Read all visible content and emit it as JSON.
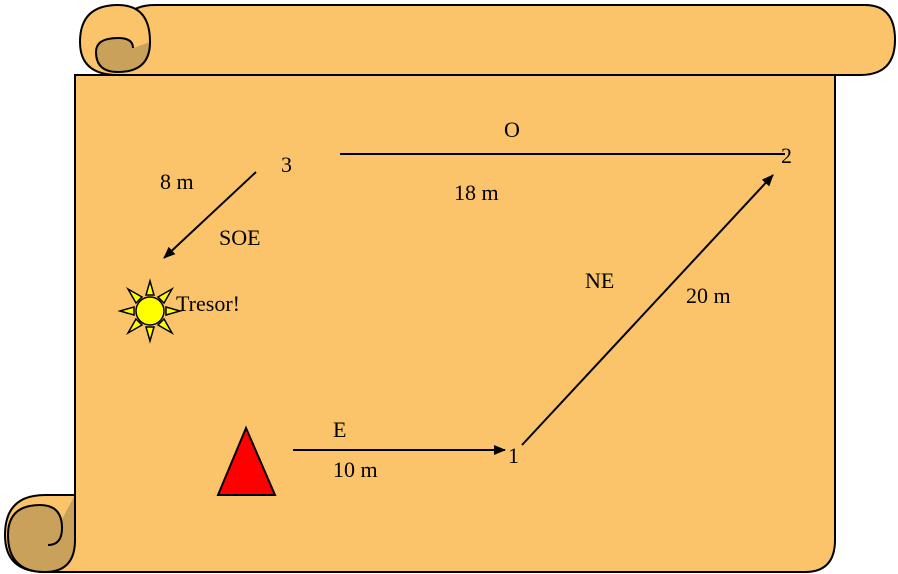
{
  "colors": {
    "parchment": "#FBC36A",
    "curl_shade": "#C9A15A",
    "outline": "#000000",
    "triangle": "#FF0000",
    "sun": "#FFFF00"
  },
  "points": {
    "p1": "1",
    "p2": "2",
    "p3": "3"
  },
  "legs": {
    "east_dir": "E",
    "east_dist": "10 m",
    "ne_dir": "NE",
    "ne_dist": "20 m",
    "west_dir": "O",
    "west_dist": "18 m",
    "sw_dir": "SOE",
    "sw_dist": "8 m"
  },
  "treasure": {
    "label": "Tresor!",
    "icon": "sun-icon"
  },
  "start": {
    "icon": "red-triangle-icon"
  }
}
